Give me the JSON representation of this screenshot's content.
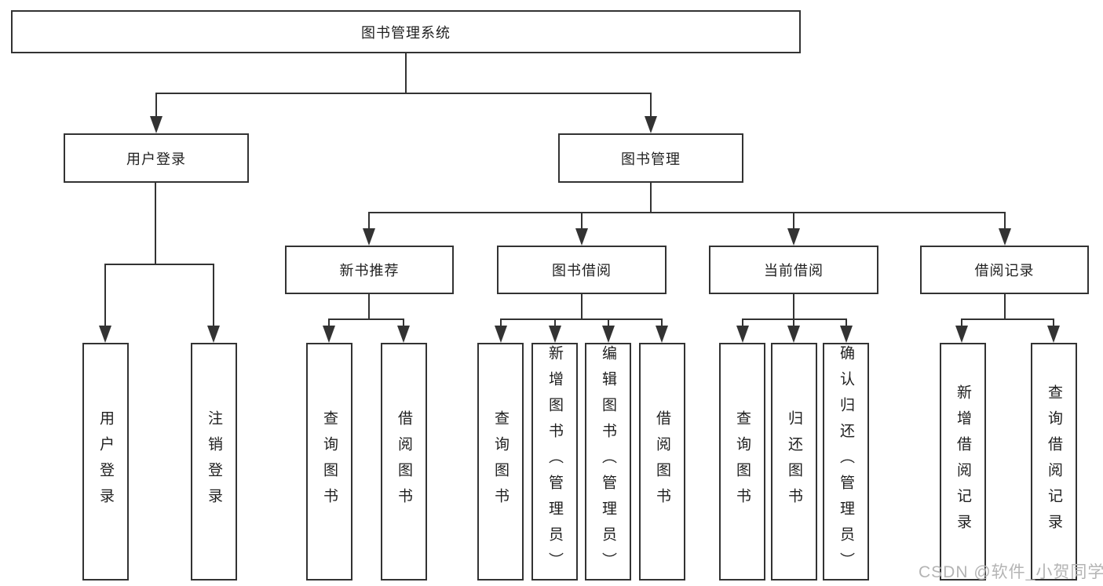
{
  "tree": {
    "root": {
      "label": "图书管理系统",
      "children": [
        {
          "label": "用户登录",
          "children": [
            {
              "label": "用户登录"
            },
            {
              "label": "注销登录"
            }
          ]
        },
        {
          "label": "图书管理",
          "children": [
            {
              "label": "新书推荐",
              "children": [
                {
                  "label": "查询图书"
                },
                {
                  "label": "借阅图书"
                }
              ]
            },
            {
              "label": "图书借阅",
              "children": [
                {
                  "label": "查询图书"
                },
                {
                  "label": "新增图书（管理员）"
                },
                {
                  "label": "编辑图书（管理员）"
                },
                {
                  "label": "借阅图书"
                }
              ]
            },
            {
              "label": "当前借阅",
              "children": [
                {
                  "label": "查询图书"
                },
                {
                  "label": "归还图书"
                },
                {
                  "label": "确认归还（管理员）"
                }
              ]
            },
            {
              "label": "借阅记录",
              "children": [
                {
                  "label": "新增借阅记录"
                },
                {
                  "label": "查询借阅记录"
                }
              ]
            }
          ]
        }
      ]
    },
    "line_color": "#333333",
    "watermark": "CSDN @软件_小贺同学"
  }
}
